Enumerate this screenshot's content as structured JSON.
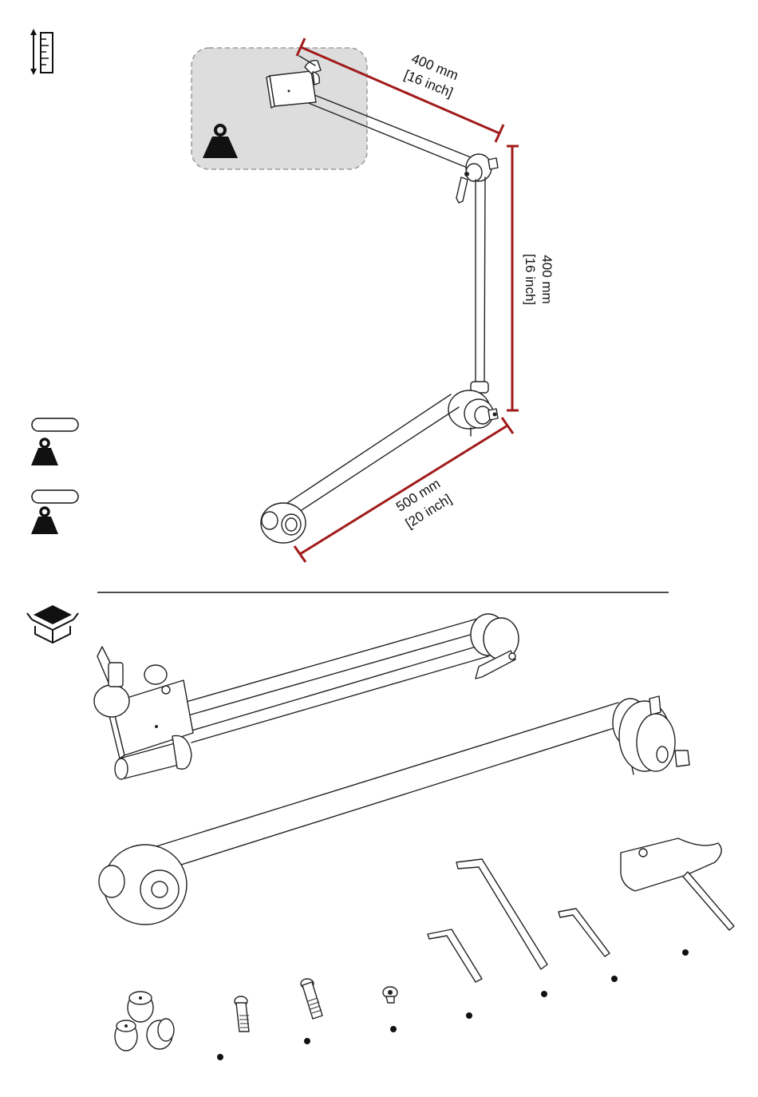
{
  "dimensions": {
    "upper_arm": {
      "metric": "400 mm",
      "imperial": "[16 inch]"
    },
    "middle_arm": {
      "metric": "400 mm",
      "imperial": "[16 inch]"
    },
    "lower_arm": {
      "metric": "500 mm",
      "imperial": "[20 inch]"
    }
  },
  "icons": {
    "measure": "ruler-icon",
    "load": "weight-icon",
    "box": "box-contents-icon"
  },
  "colors": {
    "dimension_line": "#a11a1a",
    "load_area": "#dddddd",
    "line_art": "#222222"
  }
}
